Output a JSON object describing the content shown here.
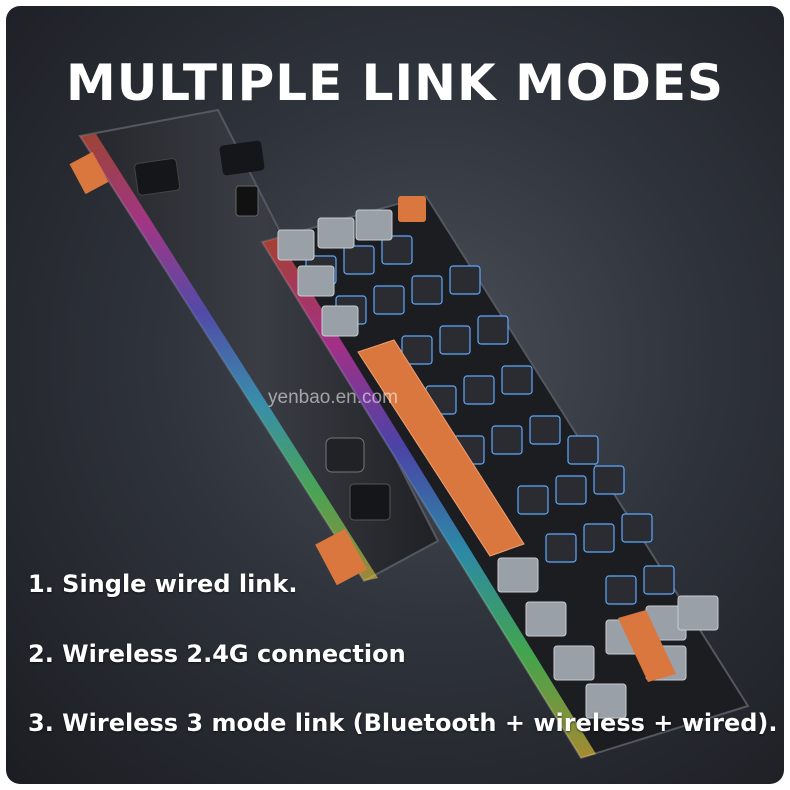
{
  "title": "MULTIPLE LINK MODES",
  "watermark": "yenbao.en.com",
  "features": [
    "1. Single wired link.",
    "2. Wireless 2.4G connection",
    "3. Wireless 3 mode link (Bluetooth + wireless + wired)."
  ],
  "colors": {
    "background": "#2f333b",
    "keycap_gray": "#9aa0a8",
    "keycap_dark": "#2a2c31",
    "keycap_orange": "#d9773f",
    "text": "#ffffff"
  },
  "image": {
    "subject": "keyboard-product-photo"
  }
}
